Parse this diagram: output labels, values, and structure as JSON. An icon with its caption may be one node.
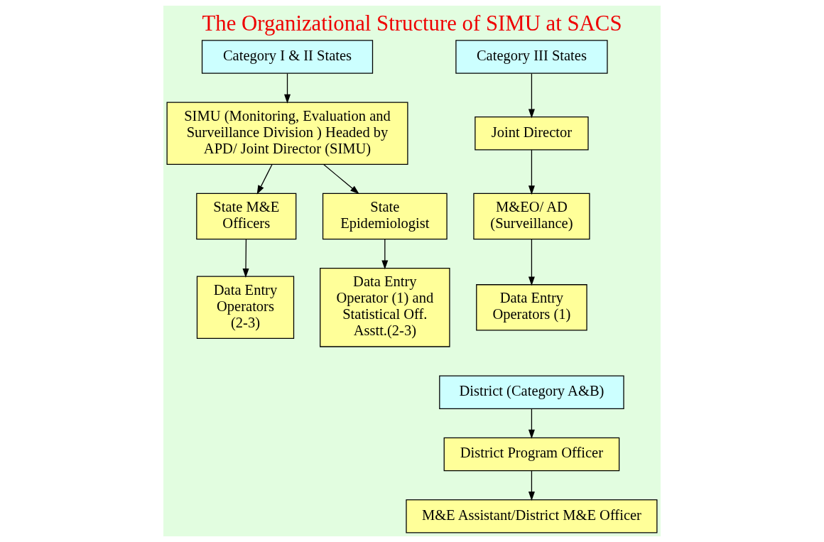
{
  "diagram": {
    "title": "The Organizational Structure of SIMU at SACS",
    "nodes": [
      {
        "text": [
          "Category I & II States"
        ]
      },
      {
        "text": [
          "SIMU (Monitoring, Evaluation and Surveillance Division ) Headed by APD/ Joint Director (SIMU)"
        ]
      },
      {
        "text": [
          "State M&E Officers"
        ]
      },
      {
        "text": [
          "State Epidemiologist"
        ]
      },
      {
        "text": [
          "Data Entry Operators (2-3)"
        ]
      },
      {
        "text": [
          "Data Entry Operator (1) and Statistical Off. Asstt.(2-3)"
        ]
      },
      {
        "text": [
          "Category III States"
        ]
      },
      {
        "text": [
          "Joint Director"
        ]
      },
      {
        "text": [
          "M&EO/ AD (Surveillance)"
        ]
      },
      {
        "text": [
          "Data Entry Operators (1)"
        ]
      },
      {
        "text": [
          "District (Category A&B)"
        ]
      },
      {
        "text": [
          "District Program Officer"
        ]
      },
      {
        "text": [
          "M&E Assistant/District M&E Officer"
        ]
      }
    ],
    "edges": [
      {
        "from": 0,
        "to": 1,
        "arrow": "to"
      },
      {
        "from": 1,
        "to": 2,
        "arrow": "to"
      },
      {
        "from": 1,
        "to": 3,
        "arrow": "to"
      },
      {
        "from": 2,
        "to": 4,
        "arrow": "to"
      },
      {
        "from": 3,
        "to": 5,
        "arrow": "to"
      },
      {
        "from": 6,
        "to": 7,
        "arrow": "to"
      },
      {
        "from": 7,
        "to": 8,
        "arrow": "to"
      },
      {
        "from": 8,
        "to": 9,
        "arrow": "to"
      },
      {
        "from": 10,
        "to": 11,
        "arrow": "to"
      },
      {
        "from": 11,
        "to": 12,
        "arrow": "to"
      }
    ]
  }
}
